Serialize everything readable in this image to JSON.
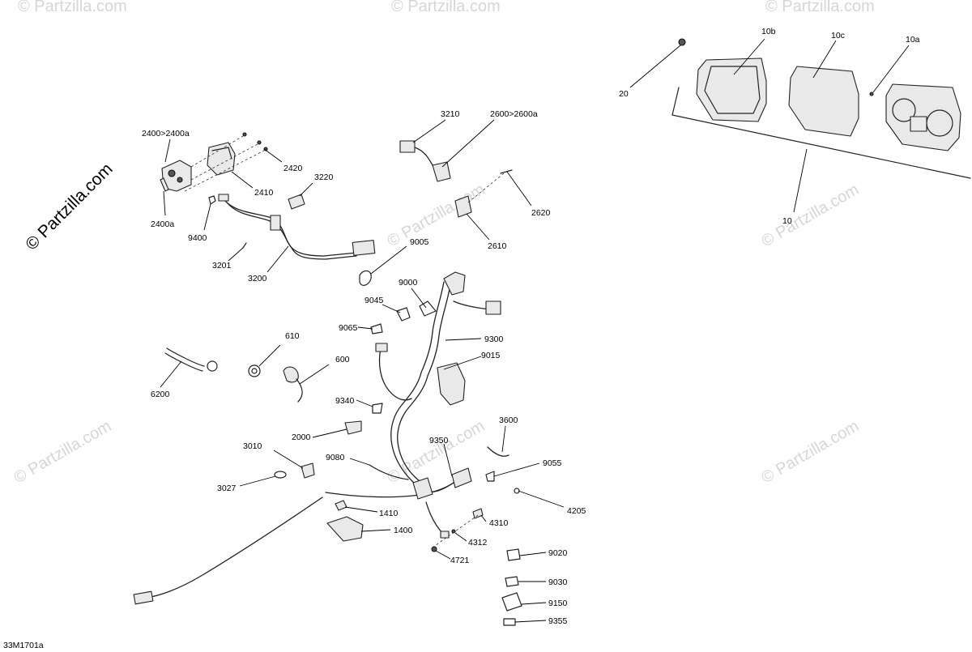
{
  "watermark": "© Partzilla.com",
  "side_watermark": "© Partzilla.com",
  "figure_code": "33M1701a",
  "callouts": {
    "c2400": "2400>2400a",
    "c2400a": "2400a",
    "c2410": "2410",
    "c2420": "2420",
    "c3220": "3220",
    "c9400": "9400",
    "c3201": "3201",
    "c3200": "3200",
    "c3210": "3210",
    "c2600": "2600>2600a",
    "c2620": "2620",
    "c2610": "2610",
    "c9005": "9005",
    "c9000": "9000",
    "c9045": "9045",
    "c9065": "9065",
    "c9300": "9300",
    "c9015": "9015",
    "c610": "610",
    "c600": "600",
    "c6200": "6200",
    "c9340": "9340",
    "c2000": "2000",
    "c3600": "3600",
    "c9350": "9350",
    "c3010": "3010",
    "c9080": "9080",
    "c9055": "9055",
    "c3027": "3027",
    "c4205": "4205",
    "c1410": "1410",
    "c4310": "4310",
    "c1400": "1400",
    "c4312": "4312",
    "c4721": "4721",
    "c9020": "9020",
    "c9030": "9030",
    "c9150": "9150",
    "c9355": "9355",
    "c20": "20",
    "c10b": "10b",
    "c10c": "10c",
    "c10a": "10a",
    "c10": "10"
  }
}
